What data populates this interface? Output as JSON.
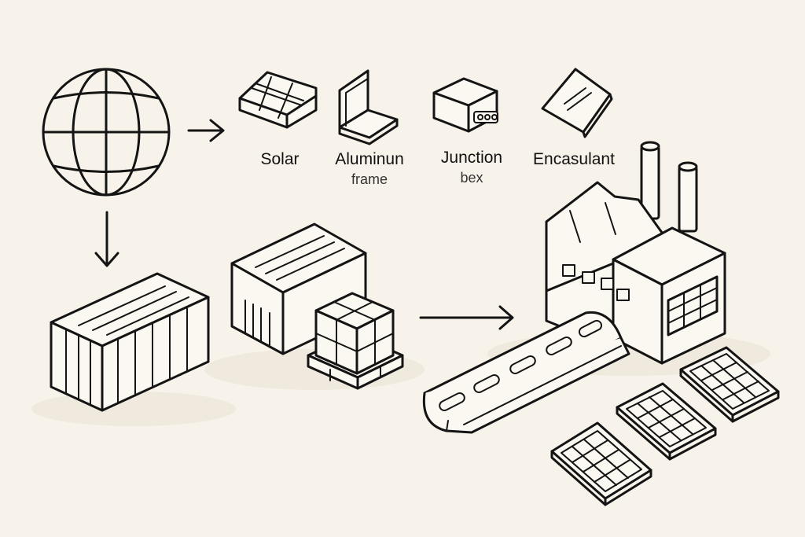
{
  "components": [
    {
      "id": "solar",
      "line1": "Solar",
      "line2": ""
    },
    {
      "id": "aluminum-frame",
      "line1": "Aluminun",
      "line2": "frame"
    },
    {
      "id": "junction-box",
      "line1": "Junction",
      "line2": "bex"
    },
    {
      "id": "encapsulant",
      "line1": "Encasulant",
      "line2": ""
    }
  ],
  "colors": {
    "background": "#f8f3ea",
    "ink": "#141414",
    "shadow": "#efe9de"
  },
  "icons": [
    "globe-icon",
    "arrow-right-icon",
    "solar-cell-icon",
    "aluminum-frame-icon",
    "junction-box-icon",
    "encapsulant-sheet-icon",
    "arrow-down-icon",
    "shipping-container-icon",
    "warehouse-icon",
    "pallet-boxes-icon",
    "factory-icon",
    "conveyor-belt-icon",
    "solar-panel-icon"
  ]
}
